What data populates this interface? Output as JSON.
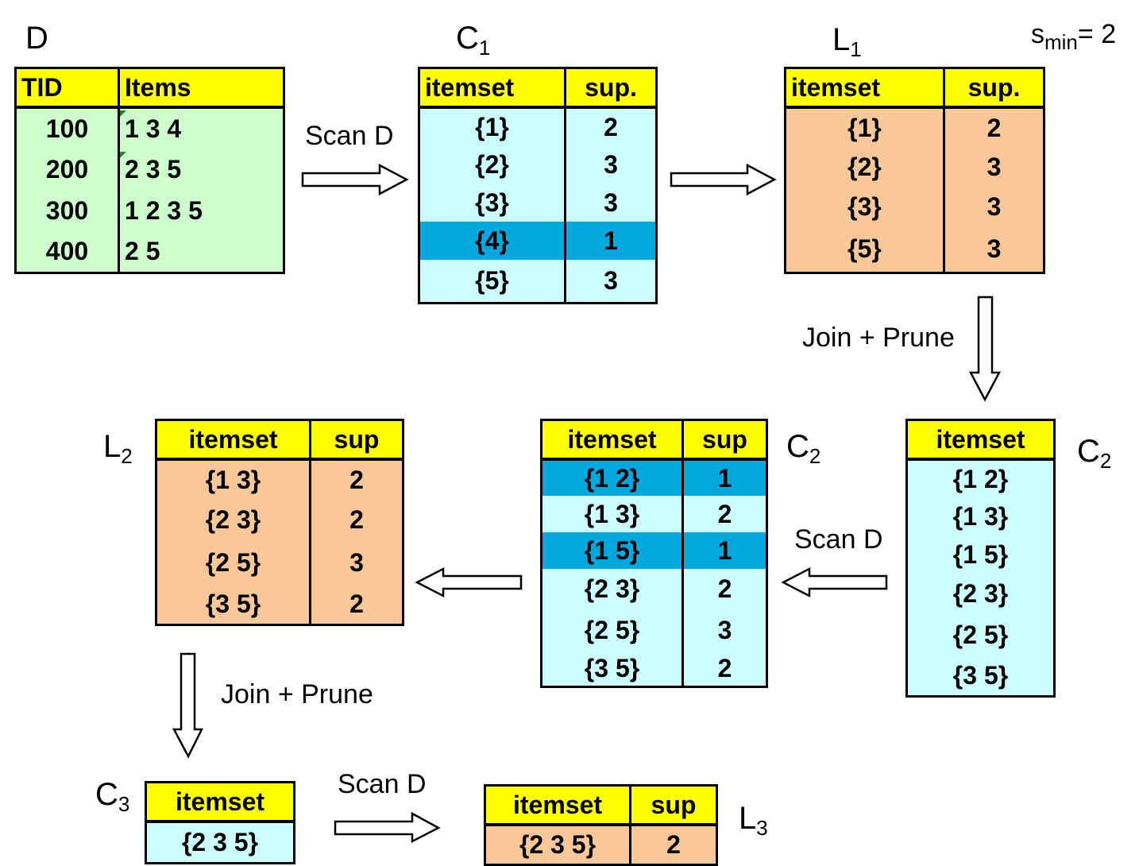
{
  "min_support": {
    "symbol": "s",
    "subscript": "min",
    "value": "= 2"
  },
  "operations": {
    "scan": "Scan D",
    "join_prune": "Join + Prune"
  },
  "colors": {
    "header": "#ffff00",
    "database": "#ccffcc",
    "candidate": "#ccffff",
    "frequent": "#fac898",
    "pruned": "#00a8e0"
  },
  "D": {
    "label": "D",
    "headers": [
      "TID",
      "Items"
    ],
    "rows": [
      [
        "100",
        "1 3 4"
      ],
      [
        "200",
        "2 3 5"
      ],
      [
        "300",
        "1 2 3 5"
      ],
      [
        "400",
        "2 5"
      ]
    ]
  },
  "C1": {
    "label": "C",
    "sub": "1",
    "headers": [
      "itemset",
      "sup."
    ],
    "rows": [
      [
        "{1}",
        "2"
      ],
      [
        "{2}",
        "3"
      ],
      [
        "{3}",
        "3"
      ],
      [
        "{4}",
        "1"
      ],
      [
        "{5}",
        "3"
      ]
    ],
    "highlighted": [
      3
    ]
  },
  "L1": {
    "label": "L",
    "sub": "1",
    "headers": [
      "itemset",
      "sup."
    ],
    "rows": [
      [
        "{1}",
        "2"
      ],
      [
        "{2}",
        "3"
      ],
      [
        "{3}",
        "3"
      ],
      [
        "{5}",
        "3"
      ]
    ]
  },
  "C2_candidates": {
    "label": "C",
    "sub": "2",
    "headers": [
      "itemset"
    ],
    "rows": [
      [
        "{1 2}"
      ],
      [
        "{1 3}"
      ],
      [
        "{1 5}"
      ],
      [
        "{2 3}"
      ],
      [
        "{2 5}"
      ],
      [
        "{3 5}"
      ]
    ]
  },
  "C2_counted": {
    "label": "C",
    "sub": "2",
    "headers": [
      "itemset",
      "sup"
    ],
    "rows": [
      [
        "{1 2}",
        "1"
      ],
      [
        "{1 3}",
        "2"
      ],
      [
        "{1 5}",
        "1"
      ],
      [
        "{2 3}",
        "2"
      ],
      [
        "{2 5}",
        "3"
      ],
      [
        "{3 5}",
        "2"
      ]
    ],
    "highlighted": [
      0,
      2
    ]
  },
  "L2": {
    "label": "L",
    "sub": "2",
    "headers": [
      "itemset",
      "sup"
    ],
    "rows": [
      [
        "{1 3}",
        "2"
      ],
      [
        "{2 3}",
        "2"
      ],
      [
        "{2 5}",
        "3"
      ],
      [
        "{3 5}",
        "2"
      ]
    ]
  },
  "C3": {
    "label": "C",
    "sub": "3",
    "headers": [
      "itemset"
    ],
    "rows": [
      [
        "{2 3 5}"
      ]
    ]
  },
  "L3": {
    "label": "L",
    "sub": "3",
    "headers": [
      "itemset",
      "sup"
    ],
    "rows": [
      [
        "{2 3 5}",
        "2"
      ]
    ]
  }
}
